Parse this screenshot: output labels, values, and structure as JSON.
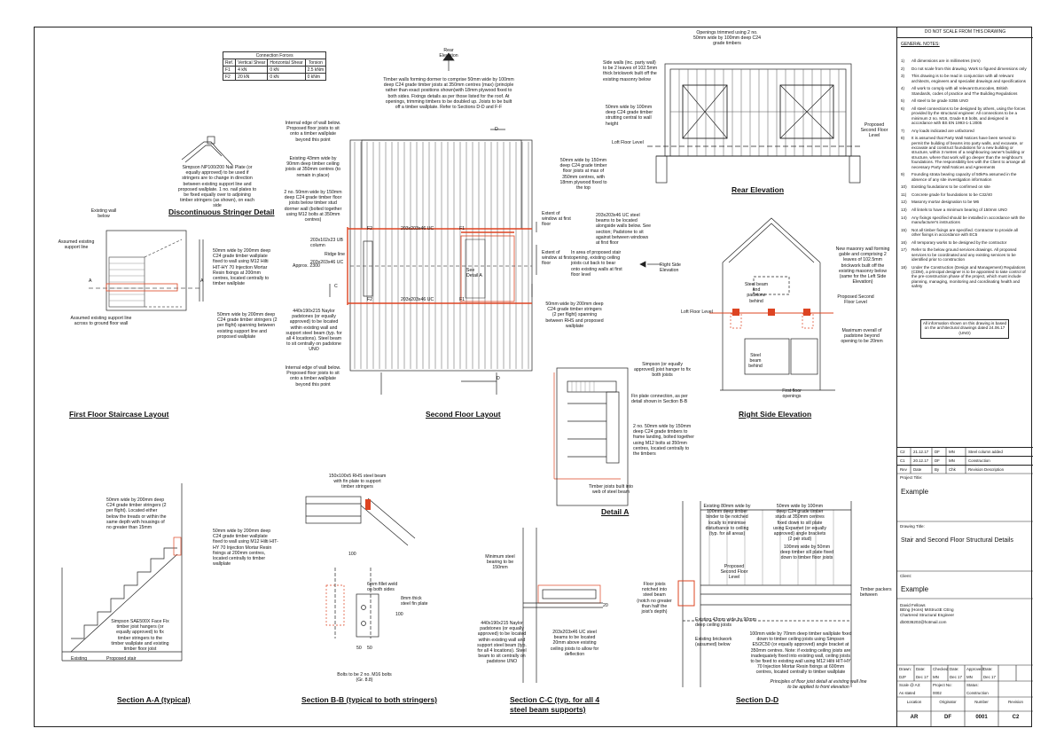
{
  "connection_forces": {
    "caption": "Connection Forces",
    "headers": [
      "Ref.",
      "Vertical Shear",
      "Horizontal Shear",
      "Torsion"
    ],
    "rows": [
      [
        "F1",
        "4 kN",
        "0 kN",
        "2.5 kNm"
      ],
      [
        "F2",
        "20 kN",
        "0 kN",
        "0 kNm"
      ]
    ]
  },
  "titles": {
    "discontinuous_stringer": "Discontinuous Stringer Detail",
    "first_floor_staircase": "First Floor Staircase Layout",
    "second_floor_layout": "Second Floor Layout",
    "rear_elevation": "Rear Elevation",
    "right_side_elevation": "Right Side Elevation",
    "detail_a": "Detail A",
    "section_aa": "Section A-A (typical)",
    "section_bb": "Section B-B  (typical to both stringers)",
    "section_cc_line1": "Section C-C (typ. for all 4",
    "section_cc_line2": "steel beam supports)",
    "section_dd": "Section D-D"
  },
  "notes": {
    "rear_elevation_marker": "Rear\nElevation",
    "timber_walls": "Timber walls forming dormer to comprise 50mm wide by 100mm deep C24 grade timber joists at 350mm centres (max) (principle rather than exact positions shown)with 18mm plywood fixed to both sides. Fixings details as per those listed for the roof. At openings, trimming timbers to be doubled up. Joists to be built off a timber wallplate. Refer to Sections D-D and F-F",
    "internal_edge_top": "Internal edge of wall below. Proposed floor joists to sit onto a timber wallplate beyond this point",
    "existing_43mm": "Existing 43mm wide by 90mm deep timber ceiling joists at 350mm centres (to remain in place)",
    "two_no_50mm": "2 no. 50mm wide by 150mm deep C24 grade timber floor joists below timber stud dormer wall (bolted together using M12 bolts at 350mm centres)",
    "ub_203": "203x102x23 UB column",
    "ridge_line": "Ridge line",
    "uc_203": "203x203x46 UC",
    "approx": "Approx. 2300",
    "naylor": "440x190x215 Naylor padstones (or equally approved) to be located within existing wall and support steel beam (typ. for all 4 locations). Steel beam to sit centrally on padstone UNO",
    "internal_edge_bottom": "Internal edge of wall below. Proposed floor joists to sit onto a timber wallplate beyond this point",
    "floor_joists_150": "50mm wide by 150mm deep C24 grade timber floor joists at max of 350mm centres, with 18mm plywood fixed to the top",
    "extent_window_1": "Extent of window at first floor",
    "extent_window_2": "Extent of window at first floor",
    "uc_beams_note": "203x203x46 UC steel beams to be located alongside walls below. See section; Padstone to sit against between windows at first floor",
    "stair_opening": "In area of proposed stair opening, existing ceiling joists cut back to bear onto existing walls at first floor level",
    "see_detail_a": "See Detail A",
    "stringers_2": "50mm wide by 200mm deep C24 grade timber stringers (2 per flight) spanning between RHS and proposed wallplate",
    "right_side_marker": "Right Side Elevation",
    "simpson_np": "Simpson NP100/200 Nail Plate (or equally approved) to be used if stringers are to change in direction between existing support line and proposed wallplate. 1 no. nail plates to be fixed equally over to adjoining timber stringers (as shown), on each side",
    "existing_wall_below": "Existing wall below",
    "assumed_support": "Assumed existing support line",
    "ff_wallplate": "50mm wide by 200mm deep C24 grade timber wallplate fixed to wall using M12 Hilti HIT-HY 70 Injection Mortar Resin fixings at 200mm centres, located centrally to timber wallplate",
    "ff_stringers": "50mm wide by 200mm deep C24 grade timber stringers (2 per flight) spanning between existing support line and proposed wallplate",
    "assumed_support_2": "Assumed existing support line across to ground floor wall",
    "openings_trimmed": "Openings trimmed using 2 no. 50mm wide by 100mm deep C24 grade timbers",
    "side_walls": "Side walls (inc. party wall) to be 2 leaves of 102.5mm thick brickwork built off the existing masonry below",
    "stud_100": "50mm wide by 100mm deep C24 grade timber strutting central to wall height",
    "loft_floor_level": "Loft Floor Level",
    "proposed_sfl": "Proposed Second Floor Level",
    "new_masonry": "New masonry wall forming gable and comprising 2 leaves of 102.5mm brickwork built off the existing masonry below (same for the Left Side Elevation)",
    "steel_beam_padstone": "Steel beam and padstone behind",
    "loft_floor_level_2": "Loft Floor Level",
    "proposed_sfl_2": "Proposed Second Floor Level",
    "max_overall": "Maximum overall of padstone beyond opening to be 20mm",
    "steel_behind": "Steel beam behind",
    "first_floor_openings": "First floor openings",
    "simpson_hanger": "Simpson (or equally approved) joist hanger to fix both joists",
    "fin_plate": "Fin plate connection, as per detail shown in Section B-B",
    "two_no_150": "2 no. 50mm wide by 150mm deep C24 grade timbers to frame landing, bolted together using M12 bolts at 350mm centres, located centrally to the timbers",
    "timber_joists_web": "Timber joists built into web of steel beam",
    "aa_stringers": "50mm wide by 200mm deep C24 grade timber stringers (2 per flight). Located either below the treads or within the same depth with housings of no greater than 15mm",
    "aa_wallplate": "50mm wide by 200mm deep C24 grade timber wallplate fixed to wall using M12 Hilti HIT-HY 70 Injection Mortar Resin fixings at 200mm centres, located centrally to timber wallplate",
    "aa_simpson": "Simpson SAE500X Face Fix timber joist hangers (or equally approved) to fix timber stringers to the timber wallplate and existing timber floor joist",
    "aa_existing": "Existing",
    "aa_proposed": "Proposed stair",
    "bb_rhs": "150x100x5 RHS steel beam with fin plate to support timber stringers",
    "bb_100": "100",
    "bb_weld": "6mm fillet weld on both sides",
    "bb_fin": "8mm thick steel fin plate",
    "bb_100b": "100",
    "bb_50a": "50",
    "bb_50b": "50",
    "bb_bolts": "Bolts to be 2 no. M16 bolts (Gr. 8.8)",
    "cc_min_bearing": "Minimum steel bearing to be 150mm",
    "cc_naylor": "440x190x215 Naylor padstones (or equally approved) to be located within existing wall and support steel beam (typ. for all 4 locations). Steel beam to sit centrally on padstone UNO",
    "cc_uc": "203x203x46 UC steel beams to be located 20mm above existing ceiling joists to allow for deflection",
    "cc_20": "20",
    "dd_80mm": "Existing 80mm wide by 100mm deep timber binder to be notched locally to minimise disturbance to ceiling (typ. for all areas)",
    "dd_studs": "50mm wide by 100mm deep C24 grade timber studs at 350mm centres fixed down to sill plate using Expamet (or equally approved) angle brackets (2 per stud)",
    "dd_sill": "100mm wide by 50mm deep timber sill plate fixed down to timber floor joists",
    "dd_sfl": "Proposed Second Floor Level",
    "dd_floor_joists": "Floor joists notched into steel beam (notch no greater than half the joist's depth)",
    "dd_packers": "Timber packers between",
    "dd_existing_43": "Existing 43mm wide by 90mm deep ceiling joists",
    "dd_brickwork": "Existing brickwork (assumed) below",
    "dd_wallplate": "100mm wide by 70mm deep timber wallplate fixed down to timber ceiling joists using Simpson E5/2C50 (or equally approved) angle bracket at 350mm centres. Note: if existing ceiling joists are inadequately fixed into existing wall, ceiling joists to be fixed to existing wall using M12 Hilti HIT-HY 70 Injection Mortar Resin fixings at 600mm centres, located centrally to timber wallplate",
    "dd_principles": "Principles of floor joist detail at existing wall line to be applied to front elevation",
    "label_f1": "F1",
    "label_f2": "F2",
    "label_d": "D",
    "label_a": "A",
    "label_c": "C"
  },
  "title_block": {
    "do_not_scale": "DO NOT SCALE FROM THIS DRAWING",
    "general_notes_heading": "GENERAL NOTES:",
    "general_notes": [
      "All dimensions are in millimetres (mm)",
      "Do not scale from this drawing. Work to figured dimensions only",
      "This drawing is to be read in conjunction with all relevant architects, engineers and specialist drawings and specifications",
      "All work to comply with all relevant Eurocodes, British Standards, codes of practice and The Building Regulations",
      "All steel to be grade S355 UNO",
      "All steel connections to be designed by others, using the forces provided by the structural engineer. All connections to be a minimum 2 no. M16, Grade 8.8 bolts, and designed in accordance with BS EN 1993-1-1:2005",
      "Any loads indicated are unfactored",
      "It is assumed that Party Wall Notices have been served to permit the building of beams into party walls, and excavate, or excavate and construct foundations for a new building or structure, within 3 metres of a neighbouring owner's building or structure, where that work will go deeper than the neighbour's foundations. The responsibility lies with the Client to arrange all necessary Party Wall Notices and Agreements",
      "Founding strata bearing capacity of 50kPa assumed in the absence of any site investigation information",
      "Existing foundations to be confirmed on site",
      "Concrete grade for foundations to be C32/40",
      "Masonry mortar designation to be M6",
      "All lintels to have a minimum bearing of 150mm UNO",
      "Any fixings specified should be installed in accordance with the manufacturer's instructions",
      "Not all timber fixings are specified. Contractor to provide all other fixings in accordance with EC5",
      "All temporary works to be designed by the contractor",
      "Refer to the below ground services drawings. All proposed services to be coordinated and any existing services to be identified prior to construction",
      "Under the Construction (Design and Management) Regulations (CDM), a principal designer is to be appointed to take control of the pre-construction phase of the project, which must include planning, managing, monitoring and coordinating health and safety"
    ],
    "info_note": "All information shown on this drawing is based on the architectural drawings dated 24.06.17 (UNO)",
    "revisions": [
      [
        "C2",
        "21.12.17",
        "DF",
        "MN",
        "Steel column added"
      ],
      [
        "C1",
        "20.12.17",
        "DF",
        "MN",
        "Construction"
      ]
    ],
    "rev_headers": [
      "Rev",
      "Date",
      "By",
      "Chk",
      "Revision Description"
    ],
    "project_title_label": "Project Title:",
    "project_title": "Example",
    "drawing_title_label": "Drawing Title:",
    "drawing_title": "Stair and Second Floor Structural Details",
    "client_label": "Client:",
    "client": "Example",
    "engineer_name": "David Fellows",
    "engineer_quals": "BEng (Hons) MIStructE CEng",
    "engineer_role": "Chartered Structural Engineer",
    "engineer_email": "db0036202@hotmail.com",
    "drawn_label": "Drawn:",
    "drawn": "DJF",
    "date_label": "Date:",
    "drawn_date": "Dec 17",
    "checked_label": "Checked:",
    "checked": "MN",
    "checked_date": "Dec 17",
    "approved_label": "Approved:",
    "approved": "MN",
    "approved_date": "Dec 17",
    "scale_label": "Scale @ A3:",
    "scale": "As stated",
    "project_no_label": "Project No:",
    "project_no": "0002",
    "status_label": "Status:",
    "status": "Construction",
    "location_label": "Location",
    "originator_label": "Originator",
    "number_label": "Number",
    "revision_label": "Revision",
    "location": "AR",
    "originator": "DF",
    "number": "0001",
    "revision": "C2"
  }
}
